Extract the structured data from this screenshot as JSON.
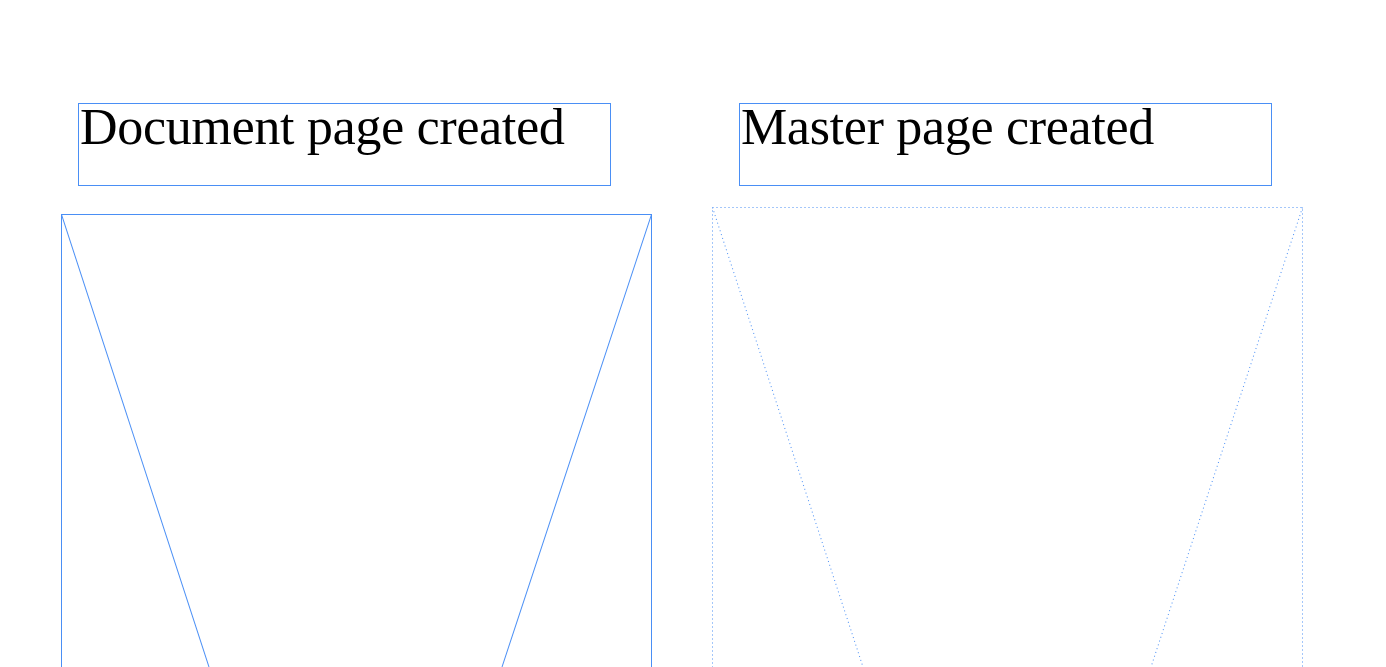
{
  "document_frame": {
    "label": "Document page created",
    "style": "solid"
  },
  "master_frame": {
    "label": "Master page created",
    "style": "dotted"
  },
  "colors": {
    "frame": "#4a8ff5",
    "text": "#000000"
  }
}
